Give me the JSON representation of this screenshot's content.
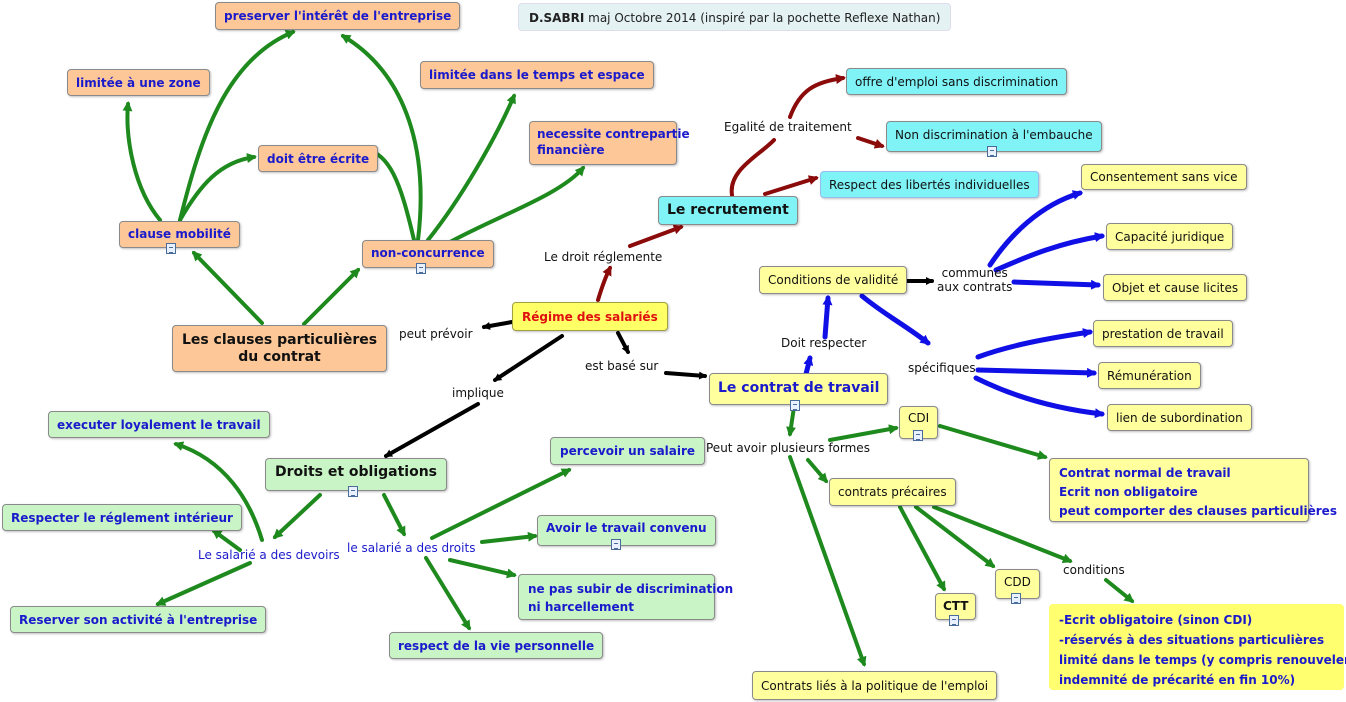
{
  "header": {
    "author": "D.SABRI",
    "text": " maj Octobre 2014 (inspiré par la pochette Reflexe Nathan)"
  },
  "center": {
    "label": "Régime des salariés"
  },
  "clauses": {
    "title_line1": "Les clauses particulières",
    "title_line2": "du  contrat",
    "peut_prevoir": "peut prévoir",
    "mobilite": "clause mobilité",
    "non_concurrence": "non-concurrence",
    "preserver": "preserver l'intérêt de l'entreprise",
    "zone": "limitée à une zone",
    "ecrite": "doit être écrite",
    "temps_espace": "limitée dans le temps et espace",
    "contrepartie": [
      "necessite contrepartie",
      "financière"
    ]
  },
  "recrutement": {
    "title": "Le recrutement",
    "droit_reglemente": "Le droit réglemente",
    "egalite": "Egalité de traitement",
    "offre": "offre d'emploi sans discrimination",
    "non_discrimination": "Non discrimination à l'embauche",
    "respect_libertes": "Respect des libertés individuelles"
  },
  "contrat": {
    "title": "Le contrat de travail",
    "est_base_sur": "est basé sur",
    "doit_respecter": "Doit respecter",
    "conditions_validite": "Conditions de validité",
    "communes": [
      "communes",
      "aux contrats"
    ],
    "consentement": "Consentement sans vice",
    "capacite": "Capacité juridique",
    "objet": "Objet et cause licites",
    "specifiques": "spécifiques",
    "prestation": "prestation de travail",
    "remuneration": "Rémunération",
    "subordination": "lien de subordination",
    "plusieurs_formes": "Peut avoir plusieurs formes",
    "cdi": "CDI",
    "cdi_details": [
      "Contrat normal de travail",
      "Ecrit non obligatoire",
      "peut comporter des clauses particulières"
    ],
    "precaires": "contrats précaires",
    "ctt": "CTT",
    "cdd": "CDD",
    "conditions": "conditions",
    "conditions_details": [
      "-Ecrit obligatoire (sinon CDI)",
      "-réservés à des situations particulières",
      "limité dans le temps (y compris renouvelement",
      "indemnité de précarité en fin 10%)"
    ],
    "politique_emploi": "Contrats liés à la politique de l'emploi"
  },
  "droits": {
    "implique": "implique",
    "title": "Droits et obligations",
    "devoirs": "Le salarié a des devoirs",
    "droits_label": "le salarié  a des droits",
    "loyalement": "executer loyalement le travail",
    "reglement": "Respecter le réglement intérieur",
    "reserver": "Reserver son activité à l'entreprise",
    "salaire": "percevoir un salaire",
    "travail_convenu": "Avoir le travail convenu",
    "discrimination": [
      "ne pas subir de discrimination",
      "ni harcellement"
    ],
    "vie_perso": "respect de la vie personnelle"
  },
  "colors": {
    "black": "#000000",
    "green": "#1e8a1e",
    "blue": "#1010e6",
    "darkred": "#8b0a0a",
    "orange_node": "#fdc797",
    "green_node": "#c9f5c6",
    "cyan_node": "#7ff3f6",
    "yellow_node": "#ffff9e"
  },
  "icons": [
    "note-icon"
  ]
}
